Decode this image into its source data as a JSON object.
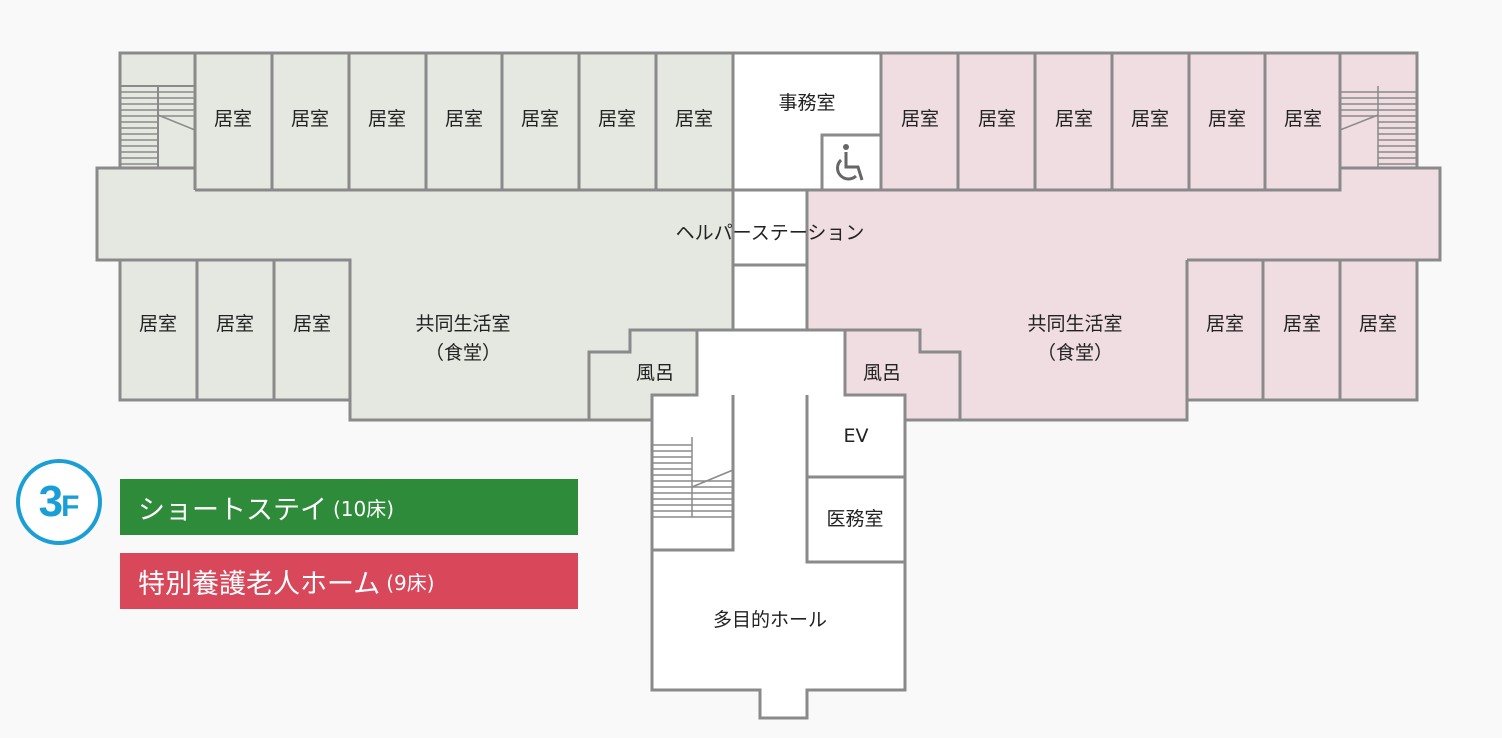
{
  "floor": {
    "number": "3",
    "suffix": "F",
    "badge_color": "#1a9ed6"
  },
  "legend": [
    {
      "label": "ショートステイ",
      "count": "(10床)",
      "color": "#2e8b3a"
    },
    {
      "label": "特別養護老人ホーム",
      "count": "(9床)",
      "color": "#d9475a"
    }
  ],
  "colors": {
    "short_stay_fill": "#e5e8e1",
    "nursing_home_fill": "#efdde1",
    "common_fill": "#ffffff",
    "wall": "#8a8a8a"
  },
  "rooms": {
    "green_top": [
      "居室",
      "居室",
      "居室",
      "居室",
      "居室",
      "居室",
      "居室"
    ],
    "green_bottom": [
      "居室",
      "居室",
      "居室"
    ],
    "pink_top": [
      "居室",
      "居室",
      "居室",
      "居室",
      "居室",
      "居室"
    ],
    "pink_bottom": [
      "居室",
      "居室",
      "居室"
    ],
    "office": "事務室",
    "helper_station": "ヘルパーステーション",
    "green_common_line1": "共同生活室",
    "green_common_line2": "（食堂）",
    "pink_common_line1": "共同生活室",
    "pink_common_line2": "（食堂）",
    "bath_left": "風呂",
    "bath_right": "風呂",
    "elevator": "EV",
    "medical_office": "医務室",
    "multipurpose_hall": "多目的ホール"
  },
  "icons": {
    "accessible_toilet": "wheelchair-icon"
  }
}
